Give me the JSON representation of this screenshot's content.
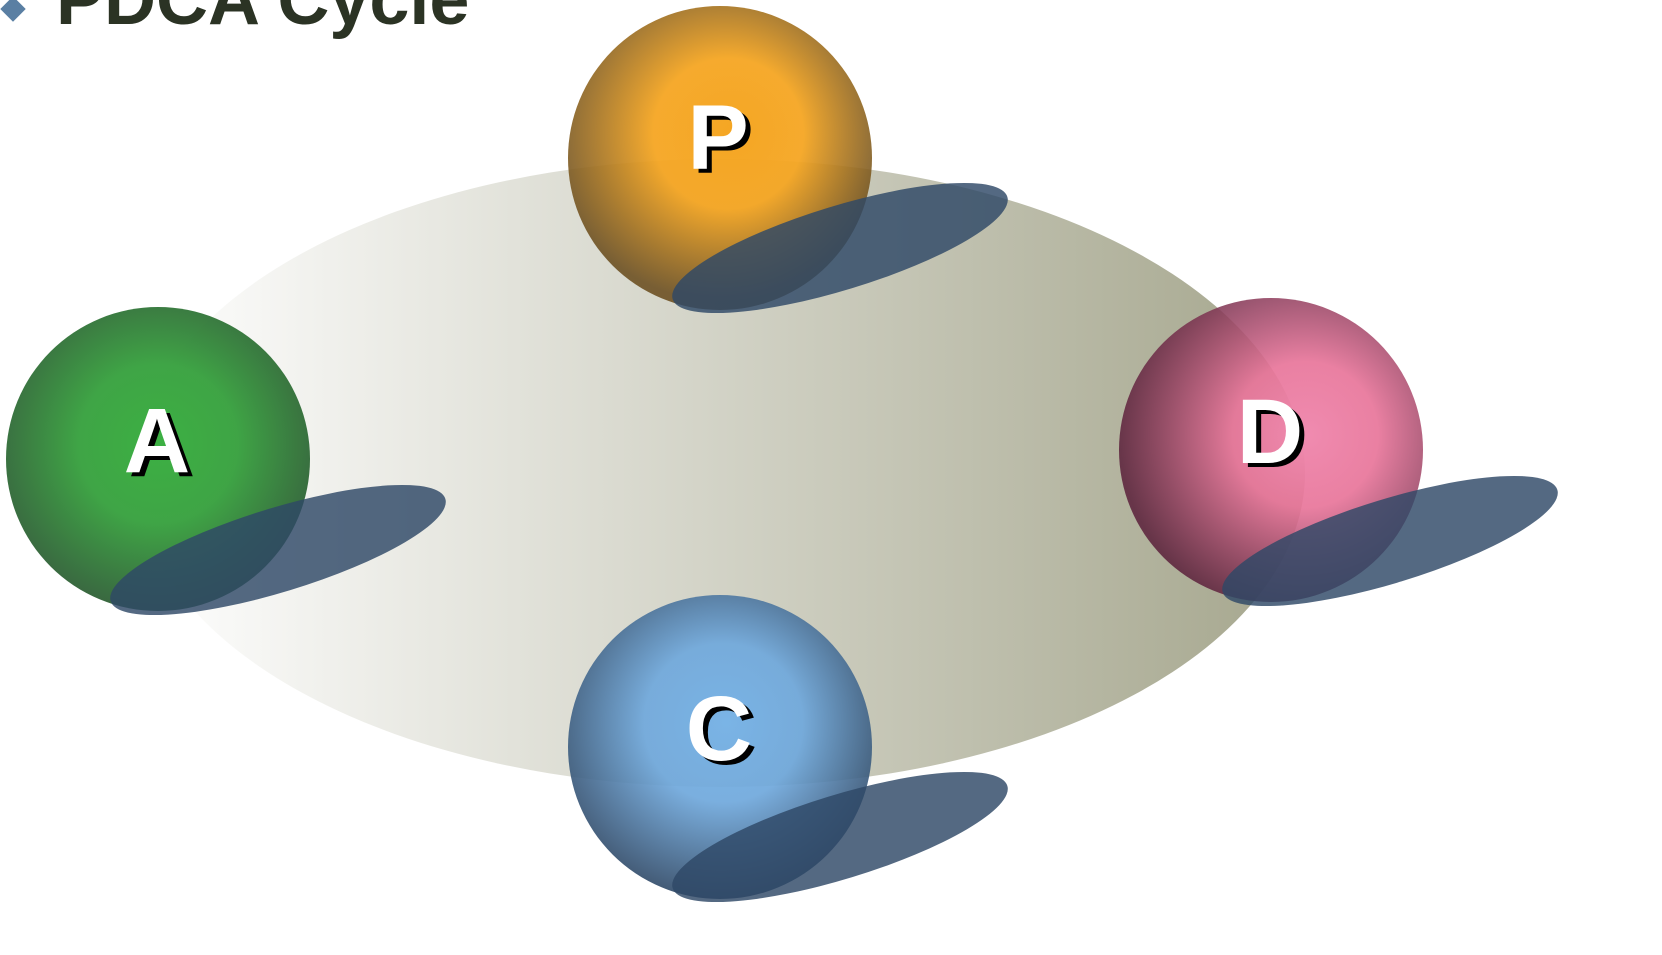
{
  "slide": {
    "title": "PDCA Cycle"
  },
  "diagram": {
    "nodes": [
      {
        "id": "plan",
        "letter": "P",
        "color": "#f5a623"
      },
      {
        "id": "do",
        "letter": "D",
        "color": "#e8759a"
      },
      {
        "id": "check",
        "letter": "C",
        "color": "#6fa8dc"
      },
      {
        "id": "act",
        "letter": "A",
        "color": "#3cb043"
      }
    ],
    "shadow_color": "#2e4866",
    "ellipse_gradient": [
      "#ffffff",
      "#a5a68d"
    ]
  }
}
